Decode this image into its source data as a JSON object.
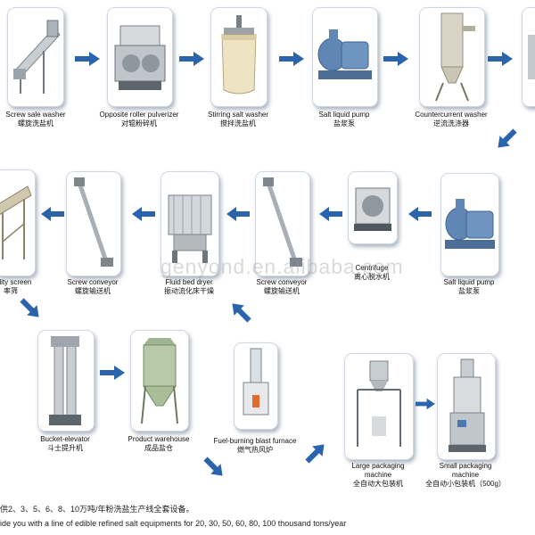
{
  "colors": {
    "arrow": "#2a64ad",
    "machine_blue": "#5f86b4",
    "machine_steel": "#b9c0c7",
    "card_border": "#cfd7e2"
  },
  "steps": [
    {
      "id": "screw-salt-washer",
      "en": "Screw sale washer",
      "zh": "螺旋洗盐机",
      "icon": "screw-washer-icon"
    },
    {
      "id": "roller-pulverizer",
      "en": "Opposite roller pulverizer",
      "zh": "对辊粉碎机",
      "icon": "roller-pulverizer-icon"
    },
    {
      "id": "stirring-salt-washer",
      "en": "Stirring salt washer",
      "zh": "搅拌洗盐机",
      "icon": "stirring-tank-icon"
    },
    {
      "id": "salt-liquid-pump-1",
      "en": "Salt liquid pump",
      "zh": "盐浆泵",
      "icon": "pump-icon"
    },
    {
      "id": "countercurrent-washer",
      "en": "Countercurrent washer",
      "zh": "逆流洗涤器",
      "icon": "countercurrent-washer-icon"
    },
    {
      "id": "salt-liquid-pump-2",
      "en": "Salt liquid pump",
      "zh": "盐浆泵",
      "icon": "pump-icon"
    },
    {
      "id": "centrifuge",
      "en": "Centrifuge",
      "zh": "离心脱水机",
      "icon": "centrifuge-icon"
    },
    {
      "id": "screw-conveyor-1",
      "en": "Screw conveyor",
      "zh": "螺旋输送机",
      "icon": "screw-conveyor-icon"
    },
    {
      "id": "fluid-bed-dryer",
      "en": "Fluid bed dryer",
      "zh": "振动流化床干燥",
      "icon": "fluid-bed-dryer-icon"
    },
    {
      "id": "screw-conveyor-2",
      "en": "Screw conveyor",
      "zh": "螺旋输送机",
      "icon": "screw-conveyor-icon"
    },
    {
      "id": "probability-screen",
      "en": "ability screen",
      "zh": "率筛",
      "icon": "vibrating-screen-icon"
    },
    {
      "id": "bucket-elevator",
      "en": "Bucket-elevator",
      "zh": "斗士提升机",
      "icon": "bucket-elevator-icon"
    },
    {
      "id": "product-warehouse",
      "en": "Product warehouse",
      "zh": "成品盐仓",
      "icon": "silo-icon"
    },
    {
      "id": "blast-furnace",
      "en": "Fuel-burning blast furnace",
      "zh": "燃气热风炉",
      "icon": "blast-furnace-icon"
    },
    {
      "id": "large-packaging",
      "en": "Large packaging",
      "en2": "machine",
      "zh": "全自动大包装机",
      "icon": "large-packaging-icon"
    },
    {
      "id": "small-packaging",
      "en": "Small packaging",
      "en2": "machine",
      "zh": "全自动小包装机（500g）",
      "icon": "small-packaging-icon"
    }
  ],
  "watermark": "genyond.en.alibaba.com",
  "captions": {
    "zh": "供2、3、5、6、8、10万吨/年粉洗盐生产线全套设备。",
    "en": "ide you with a line of edible refined salt equipments for 20, 30, 50, 60, 80, 100 thousand tons/year"
  }
}
